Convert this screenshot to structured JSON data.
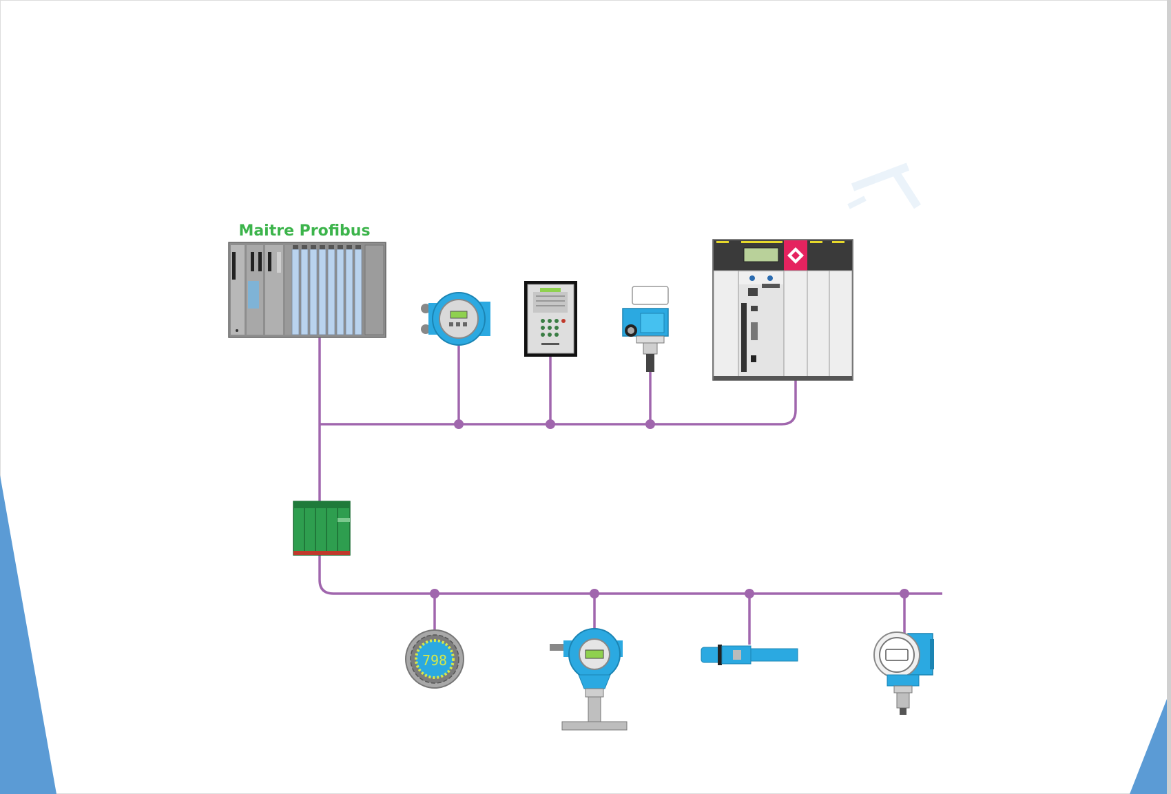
{
  "master": {
    "label": "Maitre Profibus"
  },
  "display_device": {
    "reading": "798"
  },
  "colors": {
    "bus": "#a066ad",
    "label_green": "#3cb44b",
    "device_blue": "#2ba9e1",
    "coupler_green": "#2e9e4f",
    "slide_accent": "#5b9bd5",
    "accent_red": "#e5235f"
  },
  "bus_segments": [
    "profibus-dp",
    "profibus-pa"
  ],
  "devices": {
    "dp": [
      "flowmeter-transmitter-icon",
      "keypad-controller-icon",
      "level-switch-icon",
      "plc-rack-icon"
    ],
    "pa": [
      "indicator-display-icon",
      "pressure-transmitter-icon",
      "probe-sensor-icon",
      "pressure-sensor-icon"
    ]
  }
}
